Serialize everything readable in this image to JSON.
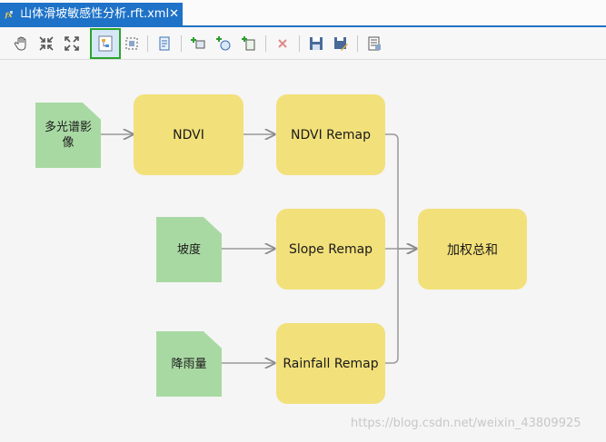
{
  "window": {
    "tab_title": "山体滑坡敏感性分析.rft.xml",
    "tab_close": "✕"
  },
  "colors": {
    "tab_blue": "#1e72c7",
    "tool_fill": "#f2e07a",
    "data_fill": "#a9d9a3",
    "active_border": "#2aa52a"
  },
  "toolbar": {
    "buttons": [
      {
        "icon": "pan-hand-icon"
      },
      {
        "icon": "zoom-in-collapse-icon"
      },
      {
        "icon": "zoom-out-expand-icon"
      },
      {
        "icon": "auto-layout-icon",
        "active": true
      },
      {
        "icon": "fit-to-window-icon"
      },
      {
        "icon": "properties-icon"
      },
      {
        "icon": "add-raster-icon"
      },
      {
        "icon": "add-function-icon"
      },
      {
        "icon": "add-variable-icon"
      },
      {
        "icon": "delete-icon"
      },
      {
        "icon": "save-icon"
      },
      {
        "icon": "save-as-icon"
      },
      {
        "icon": "template-properties-icon"
      }
    ]
  },
  "diagram": {
    "inputs": {
      "multispectral": "多光谱影\n像",
      "slope": "坡度",
      "rainfall": "降雨量"
    },
    "functions": {
      "ndvi": "NDVI",
      "ndvi_remap": "NDVI Remap",
      "slope_remap": "Slope Remap",
      "rainfall_remap": "Rainfall Remap",
      "weighted_sum": "加权总和"
    }
  },
  "watermark": "https://blog.csdn.net/weixin_43809925"
}
